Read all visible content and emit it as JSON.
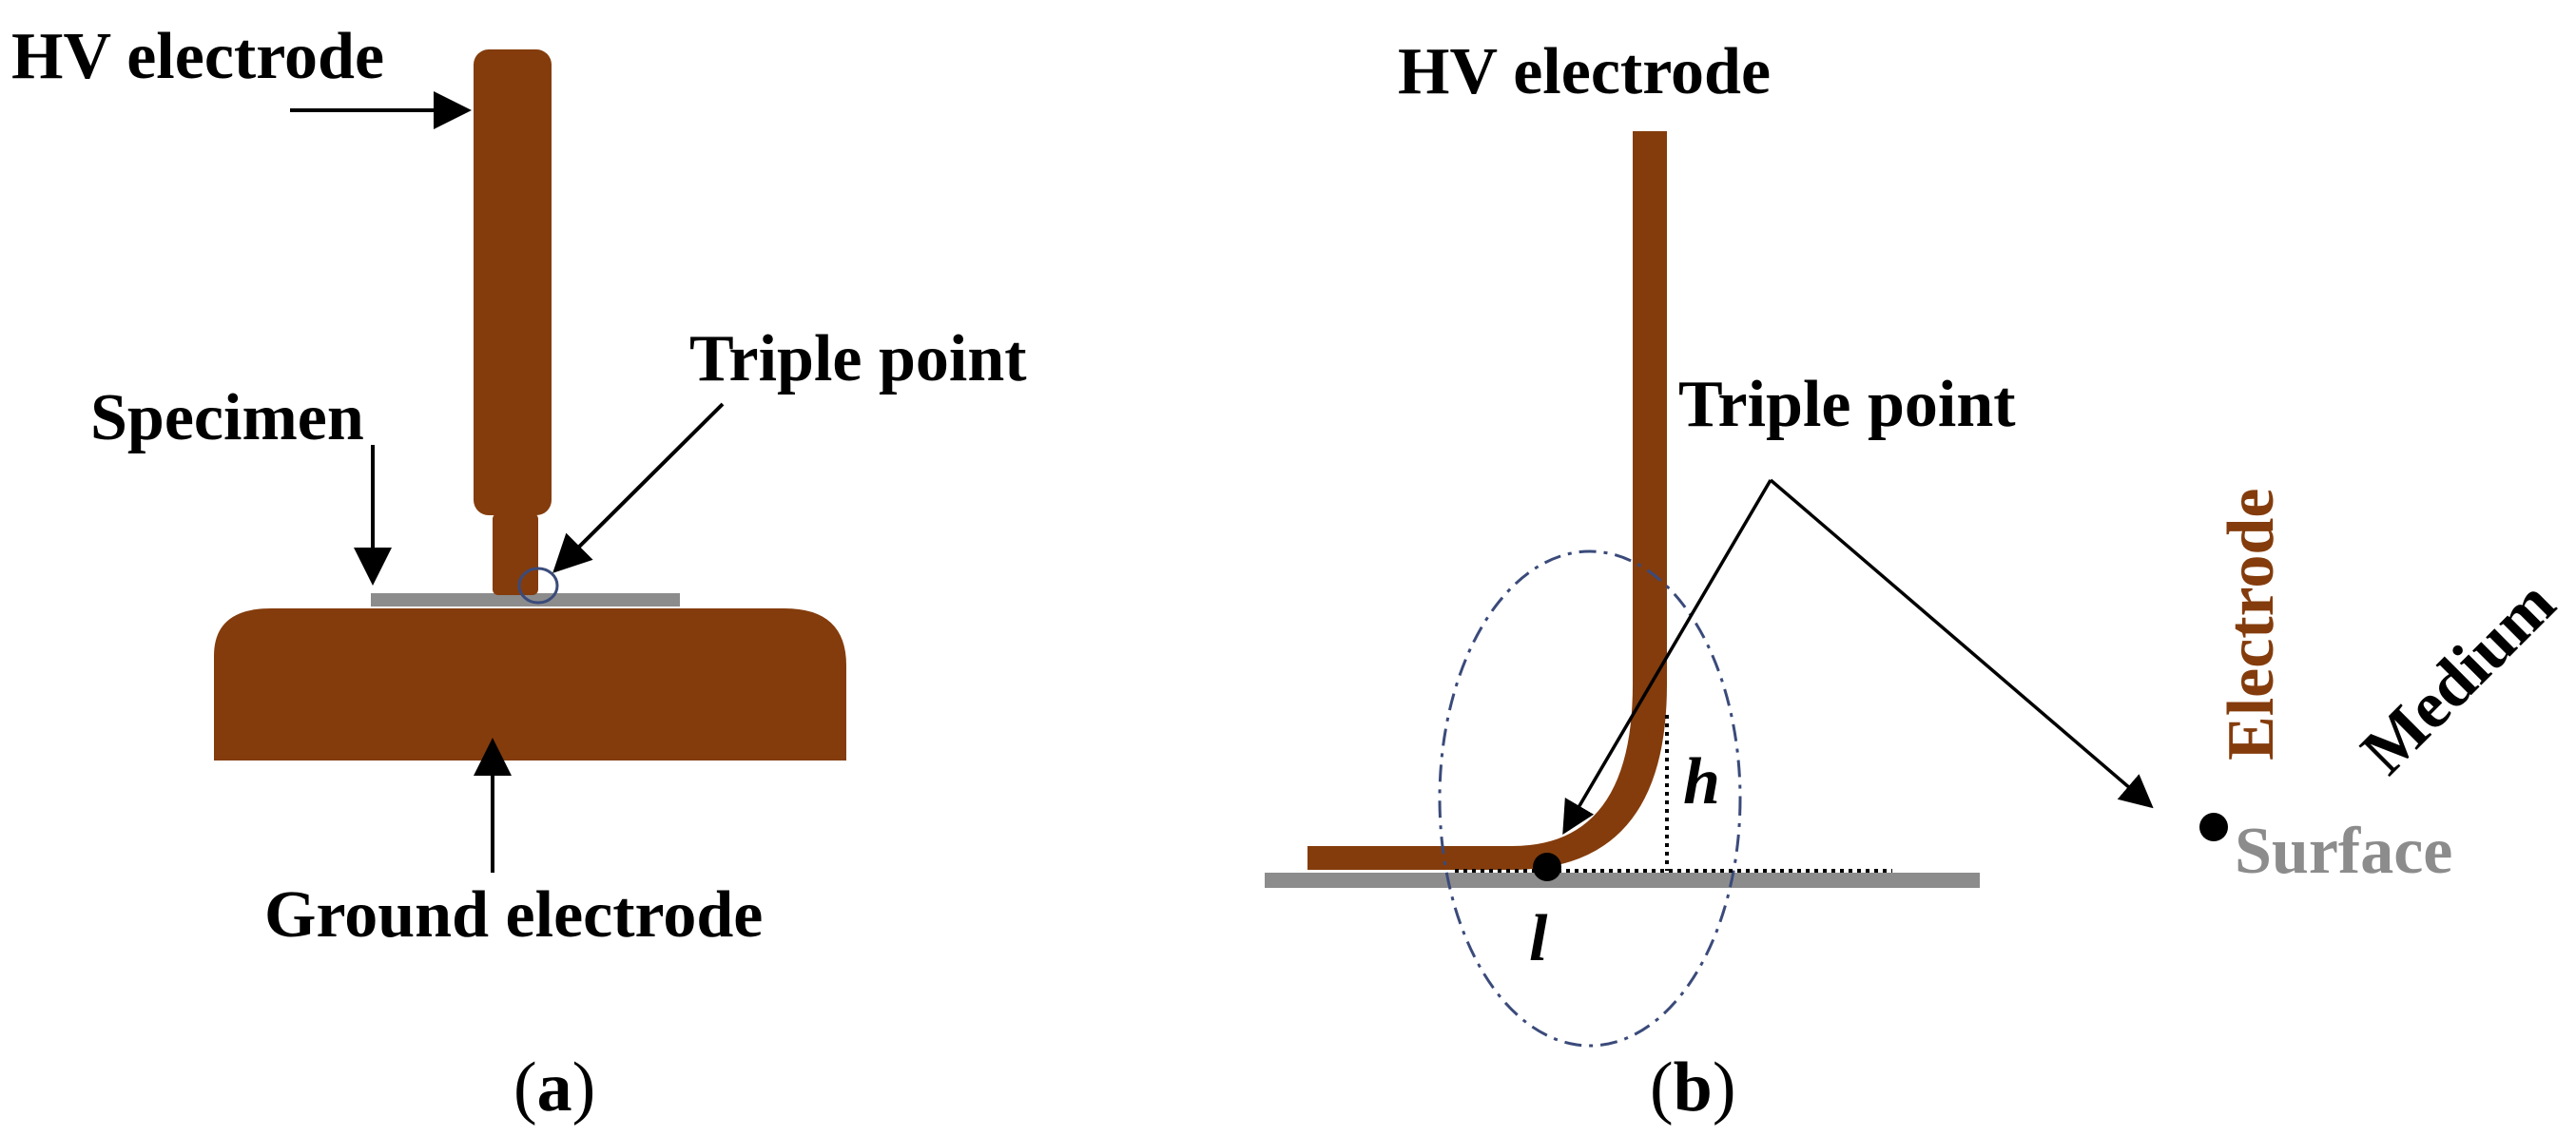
{
  "colors": {
    "electrode": "#843C0C",
    "surface": "#8C8C8C",
    "circle": "#3A4A7A",
    "text": "#000000"
  },
  "panel_a": {
    "hv_electrode_label": "HV electrode",
    "triple_point_label": "Triple point",
    "specimen_label": "Specimen",
    "ground_electrode_label": "Ground electrode",
    "caption": {
      "open": "(",
      "letter": "a",
      "close": ")"
    }
  },
  "panel_b": {
    "hv_electrode_label": "HV electrode",
    "triple_point_label": "Triple point",
    "h_label": "h",
    "l_label": "l",
    "caption": {
      "open": "(",
      "letter": "b",
      "close": ")"
    }
  },
  "legend": {
    "electrode_label": "Electrode",
    "medium_label": "Medium",
    "surface_label": "Surface"
  }
}
